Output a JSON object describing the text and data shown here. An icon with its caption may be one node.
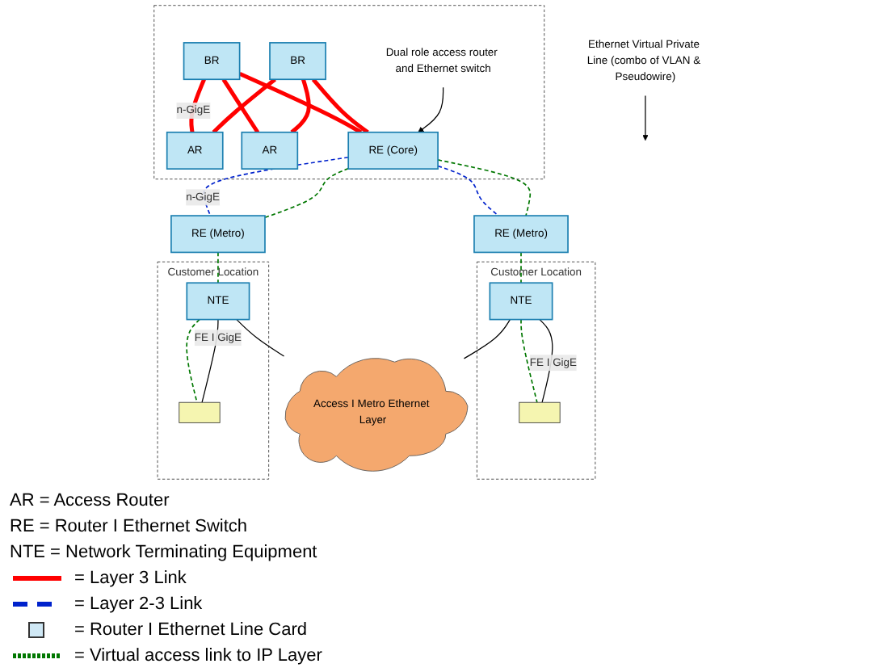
{
  "diagram": {
    "nodes": [
      {
        "text": [],
        "shape": "box"
      },
      {
        "text": [
          "BR"
        ],
        "in": 0
      },
      {
        "text": [
          "AR"
        ],
        "in": 0
      },
      {
        "text": [
          "BR"
        ],
        "in": 0
      },
      {
        "text": [
          "AR"
        ],
        "in": 0
      },
      {
        "text": [
          "RE (Core)"
        ],
        "in": 0
      },
      {
        "text": [
          "Dual role access router and Ethernet switch"
        ],
        "in": 0
      },
      {
        "text": [
          "Ethernet Virtual Private Line (combo of VLAN & Pseudowire)"
        ]
      },
      {
        "text": [
          "Access I Metro Ethernet Layer"
        ]
      },
      {
        "text": [
          "RE (Metro)"
        ]
      },
      {
        "text": [
          "RE (Metro)"
        ]
      },
      {
        "text": [
          "Customer Location"
        ]
      },
      {
        "text": [],
        "shape": "box",
        "in": 11
      },
      {
        "text": [
          "NTE"
        ],
        "in": 11
      },
      {
        "text": [
          "Customer Location"
        ]
      },
      {
        "text": [
          "NTE"
        ],
        "in": 14
      },
      {
        "text": [],
        "shape": "box",
        "in": 14
      }
    ],
    "edges": [
      {
        "from": 1,
        "to": 2,
        "arrow": "none",
        "label": "n-GigE",
        "style": "thick",
        "color": "#ff0000"
      },
      {
        "from": 1,
        "to": 4,
        "arrow": "none",
        "style": "thick",
        "color": "#ff0000"
      },
      {
        "from": 1,
        "to": 5,
        "arrow": "none",
        "style": "thick",
        "color": "#ff0000"
      },
      {
        "from": 3,
        "to": 2,
        "arrow": "none",
        "style": "thick",
        "color": "#ff0000"
      },
      {
        "from": 3,
        "to": 4,
        "arrow": "none",
        "style": "thick",
        "color": "#ff0000"
      },
      {
        "from": 3,
        "to": 5,
        "arrow": "none",
        "style": "thick",
        "color": "#ff0000"
      },
      {
        "from": 5,
        "to": 9,
        "arrow": "none",
        "style": "dashed",
        "color": "#0022cc"
      },
      {
        "from": 5,
        "to": 10,
        "arrow": "none",
        "label": "n-GigE",
        "style": "dashed",
        "color": "#0022cc"
      },
      {
        "from": 5,
        "to": 9,
        "arrow": "none",
        "style": "dashed",
        "color": "#007700"
      },
      {
        "from": 5,
        "to": 10,
        "arrow": "none",
        "style": "dashed",
        "color": "#007700"
      },
      {
        "from": 9,
        "to": 13,
        "arrow": "none",
        "style": "dashed",
        "color": "#007700"
      },
      {
        "from": 13,
        "to": 12,
        "arrow": "none",
        "style": "dashed",
        "color": "#007700"
      },
      {
        "from": 10,
        "to": 15,
        "arrow": "none",
        "style": "dashed",
        "color": "#007700"
      },
      {
        "from": 15,
        "to": 16,
        "arrow": "none",
        "style": "dashed",
        "color": "#007700"
      },
      {
        "from": 13,
        "to": 8,
        "arrow": "none",
        "color": "#000000"
      },
      {
        "from": 13,
        "to": 12,
        "arrow": "none",
        "label": "FE I GigE",
        "color": "#000000"
      },
      {
        "from": 15,
        "to": 8,
        "arrow": "none",
        "color": "#000000"
      },
      {
        "from": 15,
        "to": 16,
        "arrow": "none",
        "label": "FE I GigE",
        "color": "#000000"
      },
      {
        "from": 6,
        "to": 5,
        "arrow": "to",
        "color": "#000000"
      },
      {
        "from": 7,
        "to": null,
        "arrow": "to",
        "color": "#000000"
      }
    ],
    "legend": [
      {
        "text": "AR = Access Router"
      },
      {
        "text": "RE = Router I Ethernet Switch"
      },
      {
        "text": "NTE = Network Terminating Equipment"
      },
      {
        "text": "= Layer 3 Link",
        "color": "#ff0000"
      },
      {
        "text": "= Layer 2-3 Link",
        "color": "#0022cc"
      },
      {
        "text": "= Router I Ethernet Line Card",
        "color": "#cfe8f5"
      },
      {
        "text": "= Virtual access link to IP Layer",
        "color": "#007700"
      }
    ]
  }
}
